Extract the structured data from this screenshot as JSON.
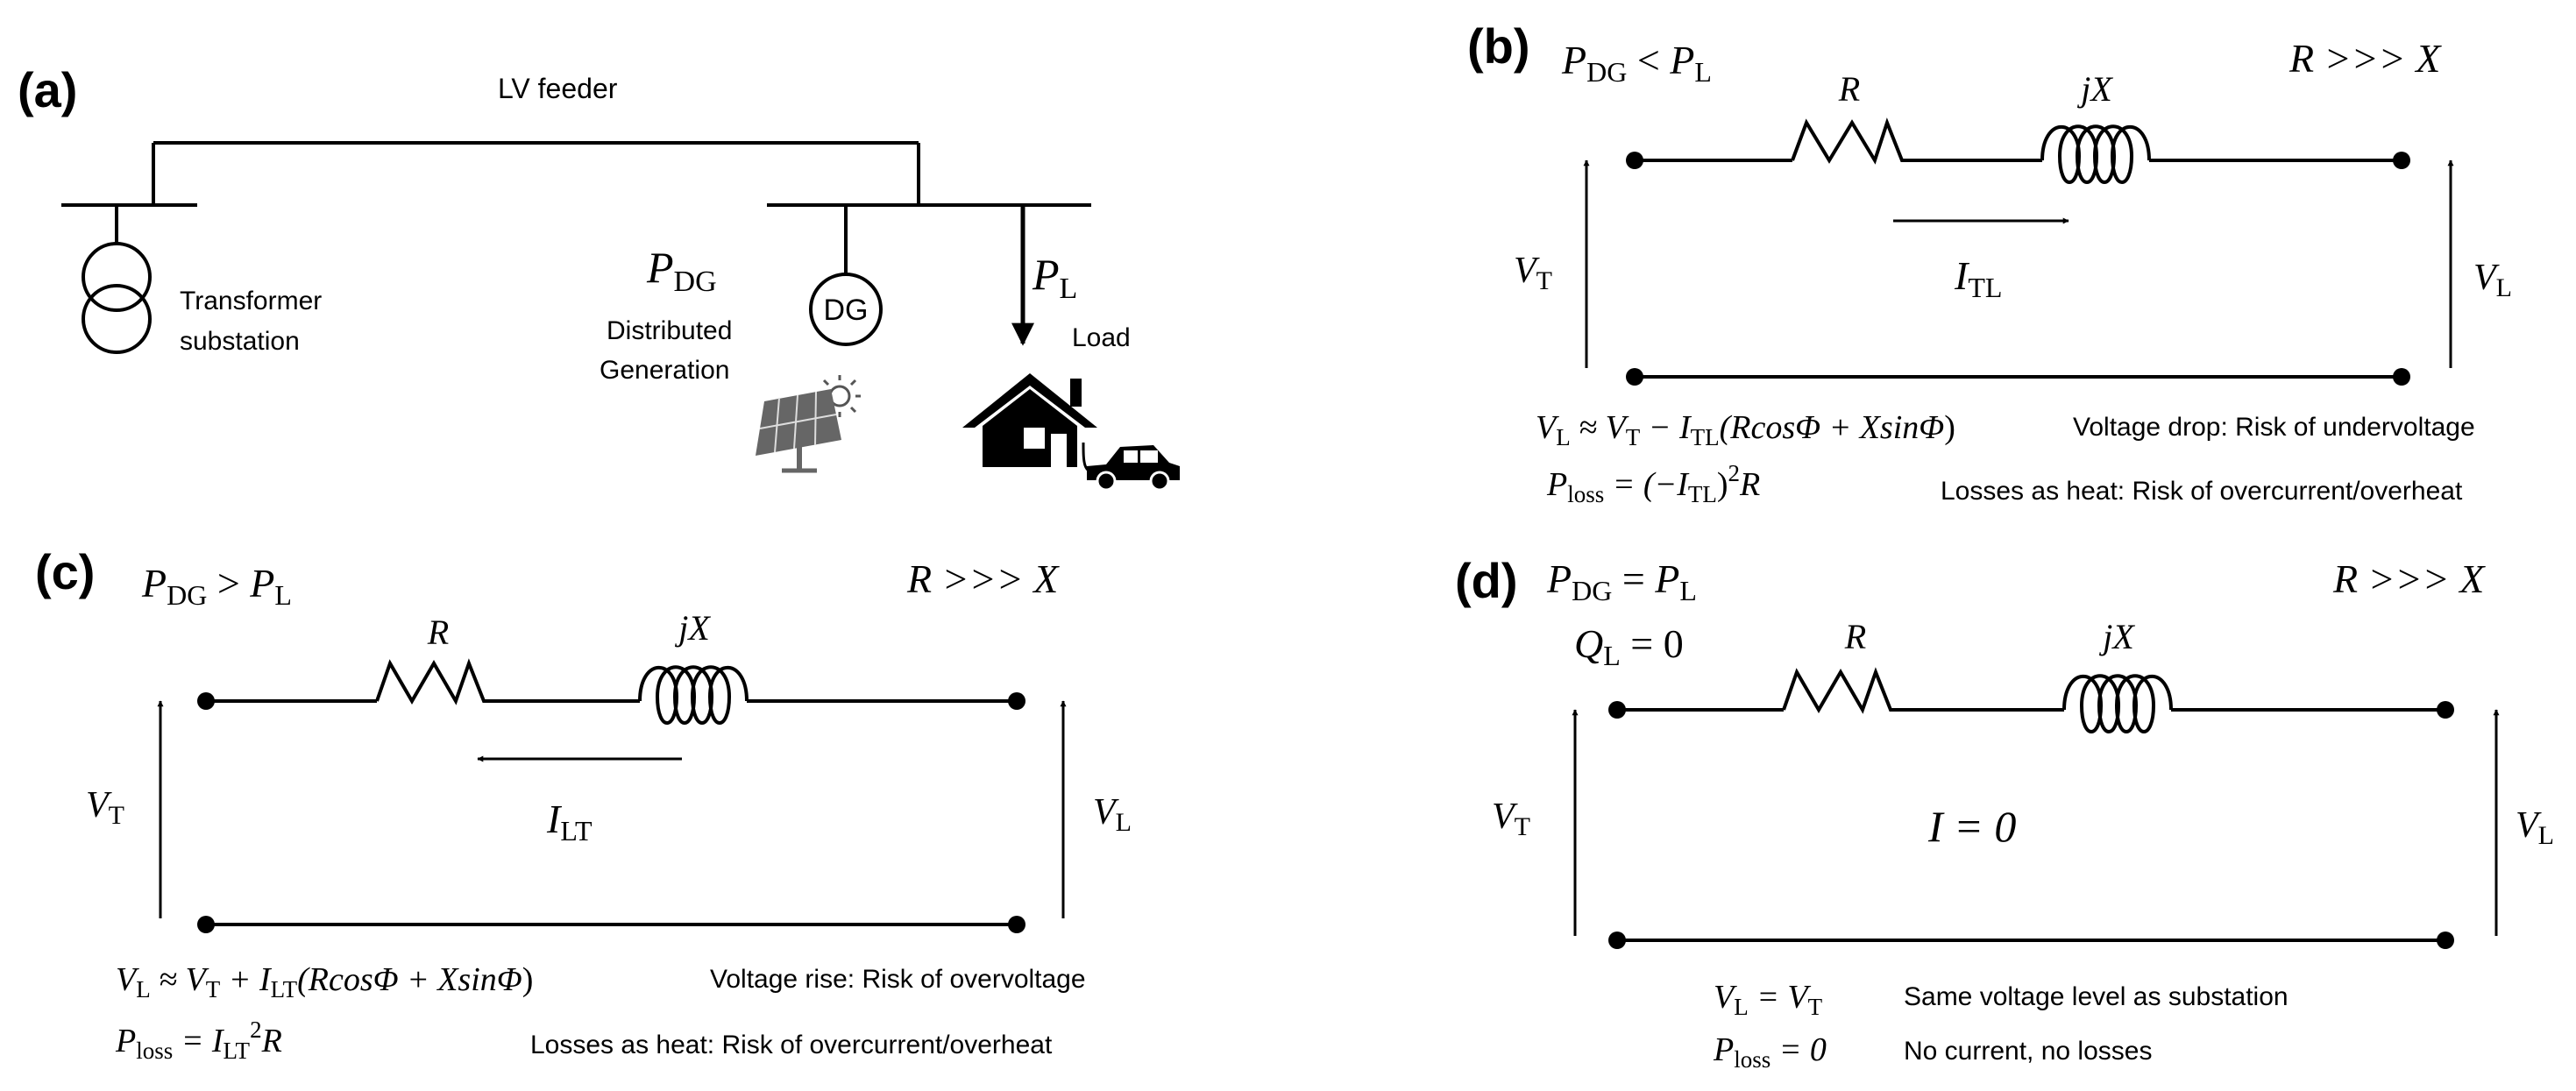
{
  "panels": {
    "a": {
      "tag": "(a)",
      "feeder": "LV feeder",
      "transformer_line1": "Transformer",
      "transformer_line2": "substation",
      "p_dg_sym": "P",
      "p_dg_sub": "DG",
      "dg_text": "DG",
      "dg_line1": "Distributed",
      "dg_line2": "Generation",
      "p_l_sym": "P",
      "p_l_sub": "L",
      "load_text": "Load"
    },
    "b": {
      "tag": "(b)",
      "cond_p": "P",
      "cond_sub1": "DG",
      "cond_op": " < ",
      "cond_sub2": "L",
      "ratio": "R >>> X",
      "r_label": "R",
      "x_label": "jX",
      "vt_sub": "T",
      "vl_sub": "L",
      "i_sym": "I",
      "i_sub": "TL",
      "eq1_a": "V",
      "eq1_a_sub": "L",
      "eq1_b": " ≈ V",
      "eq1_b_sub": "T",
      "eq1_c": " − I",
      "eq1_c_sub": "TL",
      "eq1_d": "(Rcos",
      "eq1_e": "Φ",
      "eq1_f": " + Xsin",
      "eq1_g": "Φ",
      "eq1_h": ")",
      "eq2_a": "P",
      "eq2_a_sub": "loss",
      "eq2_b": " = (−I",
      "eq2_b_sub": "TL",
      "eq2_c": ")",
      "eq2_sup": "2",
      "eq2_d": "R",
      "note1": "Voltage drop: Risk of undervoltage",
      "note2": "Losses as heat: Risk of overcurrent/overheat"
    },
    "c": {
      "tag": "(c)",
      "cond_p": "P",
      "cond_sub1": "DG",
      "cond_op": " > ",
      "cond_sub2": "L",
      "ratio": "R >>> X",
      "r_label": "R",
      "x_label": "jX",
      "vt_sub": "T",
      "vl_sub": "L",
      "i_sym": "I",
      "i_sub": "LT",
      "eq1_a": "V",
      "eq1_a_sub": "L",
      "eq1_b": " ≈ V",
      "eq1_b_sub": "T",
      "eq1_c": " + I",
      "eq1_c_sub": "LT",
      "eq1_d": "(Rcos",
      "eq1_e": "Φ",
      "eq1_f": " + Xsin",
      "eq1_g": "Φ",
      "eq1_h": ")",
      "eq2_a": "P",
      "eq2_a_sub": "loss",
      "eq2_b": " = I",
      "eq2_b_sub": "LT",
      "eq2_sup": "2",
      "eq2_d": "R",
      "note1": "Voltage rise: Risk of overvoltage",
      "note2": "Losses as heat: Risk of overcurrent/overheat"
    },
    "d": {
      "tag": "(d)",
      "cond_p": "P",
      "cond_sub1": "DG",
      "cond_op": " = ",
      "cond_sub2": "L",
      "q_sym": "Q",
      "q_sub": "L",
      "q_val": " = 0",
      "ratio": "R >>> X",
      "r_label": "R",
      "x_label": "jX",
      "vt_sub": "T",
      "vl_sub": "L",
      "i_text": "I = 0",
      "eq1_a": "V",
      "eq1_a_sub": "L",
      "eq1_b": " = V",
      "eq1_b_sub": "T",
      "eq2_a": "P",
      "eq2_a_sub": "loss",
      "eq2_b": " = 0",
      "note1": "Same voltage level as substation",
      "note2": "No current, no losses"
    }
  },
  "v_sym": "V"
}
